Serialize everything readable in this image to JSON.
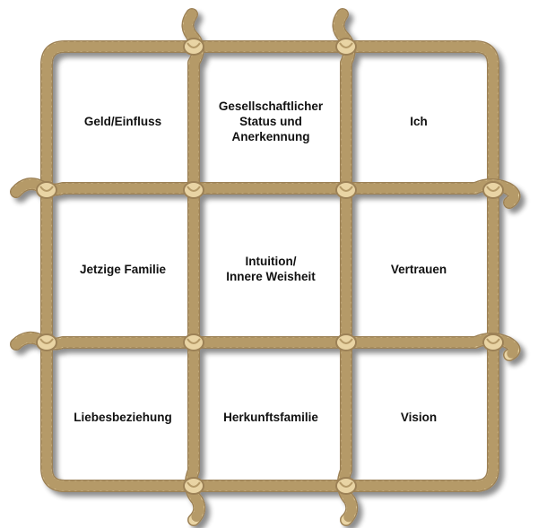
{
  "rope": {
    "fill": "#e9d4a4",
    "stroke": "#9c8156",
    "twist": "#b59a68",
    "highlight": "#f8ecd0",
    "shadow": "#b8b8b8"
  },
  "cells": [
    {
      "label": "Geld/Einfluss"
    },
    {
      "label": "Gesellschaftlicher\nStatus und\nAnerkennung"
    },
    {
      "label": "Ich"
    },
    {
      "label": "Jetzige Familie"
    },
    {
      "label": "Intuition/\nInnere Weisheit"
    },
    {
      "label": "Vertrauen"
    },
    {
      "label": "Liebesbeziehung"
    },
    {
      "label": "Herkunftsfamilie"
    },
    {
      "label": "Vision"
    }
  ]
}
